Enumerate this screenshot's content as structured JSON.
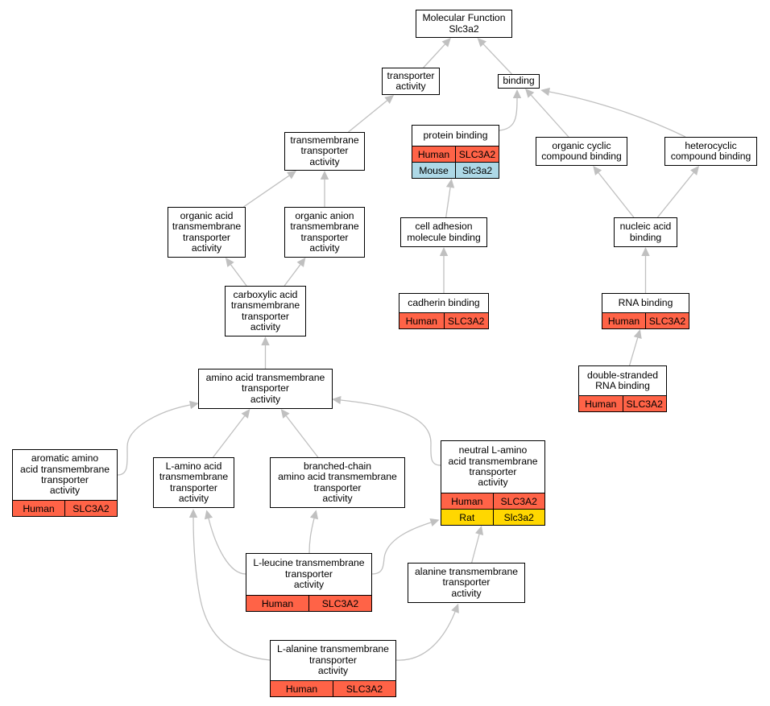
{
  "colors": {
    "human": "#ff6347",
    "mouse": "#add8e6",
    "rat": "#ffd700",
    "edge": "#c0c0c0"
  },
  "nodes": {
    "root": {
      "label": "Molecular Function\nSlc3a2"
    },
    "transporter_activity": {
      "label": "transporter\nactivity"
    },
    "binding": {
      "label": "binding"
    },
    "transmembrane_transporter_activity": {
      "label": "transmembrane\ntransporter\nactivity"
    },
    "protein_binding": {
      "label": "protein binding",
      "annotations": [
        {
          "species": "Human",
          "gene": "SLC3A2",
          "color": "human"
        },
        {
          "species": "Mouse",
          "gene": "Slc3a2",
          "color": "mouse"
        }
      ]
    },
    "organic_cyclic_compound_binding": {
      "label": "organic cyclic\ncompound binding"
    },
    "heterocyclic_compound_binding": {
      "label": "heterocyclic\ncompound binding"
    },
    "organic_acid_tt_activity": {
      "label": "organic acid\ntransmembrane\ntransporter\nactivity"
    },
    "organic_anion_tt_activity": {
      "label": "organic anion\ntransmembrane\ntransporter\nactivity"
    },
    "cell_adhesion_molecule_binding": {
      "label": "cell adhesion\nmolecule binding"
    },
    "nucleic_acid_binding": {
      "label": "nucleic acid\nbinding"
    },
    "carboxylic_acid_tt_activity": {
      "label": "carboxylic acid\ntransmembrane\ntransporter\nactivity"
    },
    "cadherin_binding": {
      "label": "cadherin binding",
      "annotations": [
        {
          "species": "Human",
          "gene": "SLC3A2",
          "color": "human"
        }
      ]
    },
    "rna_binding": {
      "label": "RNA binding",
      "annotations": [
        {
          "species": "Human",
          "gene": "SLC3A2",
          "color": "human"
        }
      ]
    },
    "amino_acid_tt_activity": {
      "label": "amino acid transmembrane\ntransporter\nactivity"
    },
    "double_stranded_rna_binding": {
      "label": "double-stranded\nRNA binding",
      "annotations": [
        {
          "species": "Human",
          "gene": "SLC3A2",
          "color": "human"
        }
      ]
    },
    "aromatic_amino_acid_tt_activity": {
      "label": "aromatic amino\nacid transmembrane\ntransporter\nactivity",
      "annotations": [
        {
          "species": "Human",
          "gene": "SLC3A2",
          "color": "human"
        }
      ]
    },
    "l_amino_acid_tt_activity": {
      "label": "L-amino acid\ntransmembrane\ntransporter\nactivity"
    },
    "branched_chain_tt_activity": {
      "label": "branched-chain\namino acid transmembrane\ntransporter\nactivity"
    },
    "neutral_l_amino_acid_tt_activity": {
      "label": "neutral L-amino\nacid transmembrane\ntransporter\nactivity",
      "annotations": [
        {
          "species": "Human",
          "gene": "SLC3A2",
          "color": "human"
        },
        {
          "species": "Rat",
          "gene": "Slc3a2",
          "color": "rat"
        }
      ]
    },
    "l_leucine_tt_activity": {
      "label": "L-leucine transmembrane\ntransporter\nactivity",
      "annotations": [
        {
          "species": "Human",
          "gene": "SLC3A2",
          "color": "human"
        }
      ]
    },
    "alanine_tt_activity": {
      "label": "alanine transmembrane\ntransporter\nactivity"
    },
    "l_alanine_tt_activity": {
      "label": "L-alanine transmembrane\ntransporter\nactivity",
      "annotations": [
        {
          "species": "Human",
          "gene": "SLC3A2",
          "color": "human"
        }
      ]
    }
  },
  "edges": [
    [
      "transporter_activity",
      "root"
    ],
    [
      "binding",
      "root"
    ],
    [
      "transmembrane_transporter_activity",
      "transporter_activity"
    ],
    [
      "protein_binding",
      "binding"
    ],
    [
      "organic_cyclic_compound_binding",
      "binding"
    ],
    [
      "heterocyclic_compound_binding",
      "binding"
    ],
    [
      "organic_acid_tt_activity",
      "transmembrane_transporter_activity"
    ],
    [
      "organic_anion_tt_activity",
      "transmembrane_transporter_activity"
    ],
    [
      "cell_adhesion_molecule_binding",
      "protein_binding"
    ],
    [
      "nucleic_acid_binding",
      "organic_cyclic_compound_binding"
    ],
    [
      "nucleic_acid_binding",
      "heterocyclic_compound_binding"
    ],
    [
      "carboxylic_acid_tt_activity",
      "organic_acid_tt_activity"
    ],
    [
      "carboxylic_acid_tt_activity",
      "organic_anion_tt_activity"
    ],
    [
      "cadherin_binding",
      "cell_adhesion_molecule_binding"
    ],
    [
      "rna_binding",
      "nucleic_acid_binding"
    ],
    [
      "amino_acid_tt_activity",
      "carboxylic_acid_tt_activity"
    ],
    [
      "double_stranded_rna_binding",
      "rna_binding"
    ],
    [
      "aromatic_amino_acid_tt_activity",
      "amino_acid_tt_activity"
    ],
    [
      "l_amino_acid_tt_activity",
      "amino_acid_tt_activity"
    ],
    [
      "branched_chain_tt_activity",
      "amino_acid_tt_activity"
    ],
    [
      "neutral_l_amino_acid_tt_activity",
      "amino_acid_tt_activity"
    ],
    [
      "l_leucine_tt_activity",
      "l_amino_acid_tt_activity"
    ],
    [
      "l_leucine_tt_activity",
      "branched_chain_tt_activity"
    ],
    [
      "l_leucine_tt_activity",
      "neutral_l_amino_acid_tt_activity"
    ],
    [
      "alanine_tt_activity",
      "neutral_l_amino_acid_tt_activity"
    ],
    [
      "l_alanine_tt_activity",
      "l_amino_acid_tt_activity"
    ],
    [
      "l_alanine_tt_activity",
      "alanine_tt_activity"
    ]
  ]
}
